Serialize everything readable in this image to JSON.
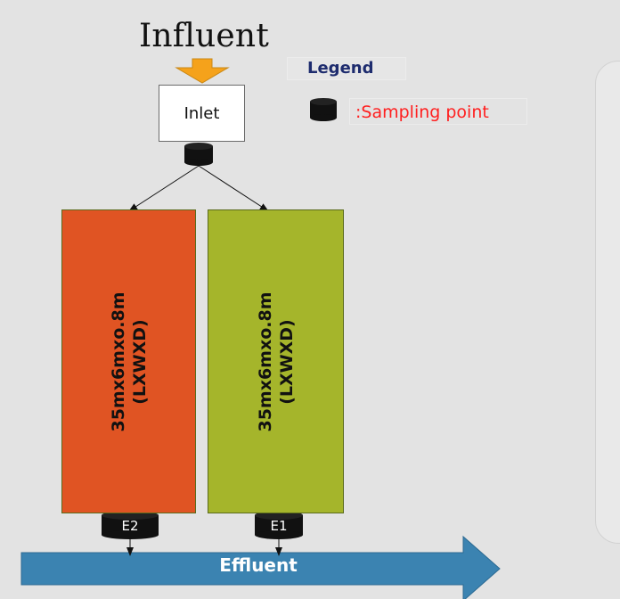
{
  "diagram": {
    "title": "Influent",
    "inlet_label": "Inlet",
    "legend": {
      "title": "Legend",
      "item_text": ":Sampling point",
      "item_color": "#ff2020"
    },
    "ponds": [
      {
        "label_line1": "35mx6mxo.8m",
        "label_line2": "(LXWXD)",
        "fill": "#e05423"
      },
      {
        "label_line1": "35mx6mxo.8m",
        "label_line2": "(LXWXD)",
        "fill": "#a5b52b"
      }
    ],
    "sampling_points": [
      {
        "label": "E2"
      },
      {
        "label": "E1"
      }
    ],
    "effluent_label": "Effluent",
    "colors": {
      "arrow_orange": "#f5a21b",
      "effluent_blue": "#3b83b1",
      "drum": "#111111"
    }
  }
}
